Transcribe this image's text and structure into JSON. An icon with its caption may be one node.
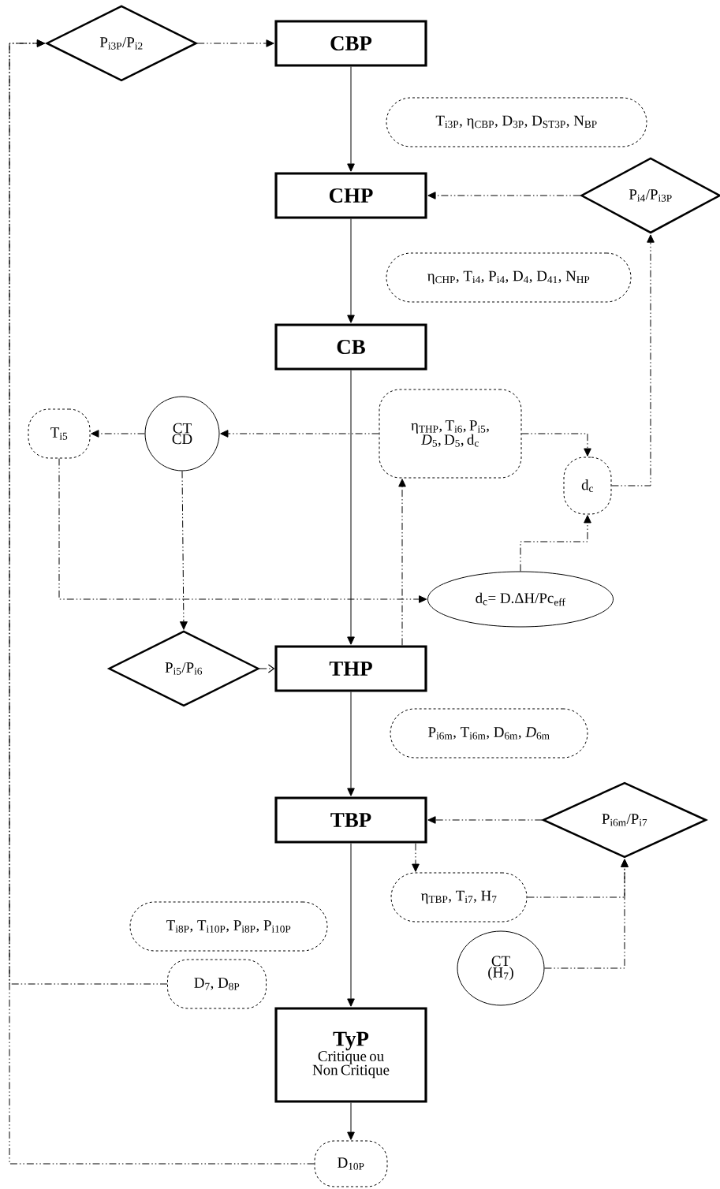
{
  "diagram": {
    "nodes": [
      {
        "text": [
          "P$_{i3P}$/P$_{i2}$"
        ]
      },
      {
        "text": [
          "CBP"
        ]
      },
      {
        "text": [
          "T$_{i3P}$, η$_{CBP}$, D$_{3P}$, D$_{ST3P}$, N$_{BP}$"
        ]
      },
      {
        "text": [
          "CHP"
        ]
      },
      {
        "text": [
          "P$_{i4}$/P$_{i3P}$"
        ]
      },
      {
        "text": [
          "η$_{CHP}$, T$_{i4}$, P$_{i4}$, D$_{4}$, D$_{41}$, N$_{HP}$"
        ]
      },
      {
        "text": [
          "CB"
        ]
      },
      {
        "text": [
          "T$_{i5}$"
        ]
      },
      {
        "text": [
          "CT CD"
        ]
      },
      {
        "text": [
          "η$_{THP}$, T$_{i6}$, P$_{i5}$, *D*$_{5}$, D$_{5}$, d$_{c}$"
        ]
      },
      {
        "text": [
          "d$_{c}$"
        ]
      },
      {
        "text": [
          "d$_{c}$= D.ΔH/Pc$_{eff}$"
        ]
      },
      {
        "text": [
          "P$_{i5}$/P$_{i6}$"
        ]
      },
      {
        "text": [
          "THP"
        ]
      },
      {
        "text": [
          "P$_{i6m}$, T$_{i6m}$, D$_{6m}$, *D*$_{6m}$"
        ]
      },
      {
        "text": [
          "TBP"
        ]
      },
      {
        "text": [
          "P$_{i6m}$/P$_{i7}$"
        ]
      },
      {
        "text": [
          "η$_{TBP}$, T$_{i7}$, H$_{7}$"
        ]
      },
      {
        "text": [
          "T$_{i8P}$, T$_{i10P}$, P$_{i8P}$, P$_{i10P}$"
        ]
      },
      {
        "text": [
          "D$_{7}$, D$_{8P}$"
        ]
      },
      {
        "text": [
          "CT (H$_{7}$)"
        ]
      },
      {
        "text": [
          "TyP",
          "Critique ou Non Critique"
        ]
      },
      {
        "text": [
          "D$_{10P}$"
        ]
      }
    ],
    "edges": [
      {
        "from": 22,
        "to": 0,
        "arrow": "to",
        "style": "dashed"
      },
      {
        "from": 19,
        "to": 0,
        "arrow": "to",
        "style": "dashed"
      },
      {
        "from": 0,
        "to": 1,
        "arrow": "to",
        "style": "dashed"
      },
      {
        "from": 1,
        "to": 3,
        "arrow": "to"
      },
      {
        "from": 3,
        "to": 6,
        "arrow": "to"
      },
      {
        "from": 6,
        "to": 13,
        "arrow": "to"
      },
      {
        "from": 13,
        "to": 15,
        "arrow": "to"
      },
      {
        "from": 15,
        "to": 21,
        "arrow": "to"
      },
      {
        "from": 21,
        "to": 22,
        "arrow": "to"
      },
      {
        "from": 4,
        "to": 3,
        "arrow": "to",
        "style": "dashed"
      },
      {
        "from": 9,
        "to": 8,
        "arrow": "to",
        "style": "dashed"
      },
      {
        "from": 8,
        "to": 7,
        "arrow": "to",
        "style": "dashed"
      },
      {
        "from": 7,
        "to": 11,
        "arrow": "to",
        "style": "dashed"
      },
      {
        "from": 8,
        "to": 12,
        "arrow": "to",
        "style": "dashed"
      },
      {
        "from": 12,
        "to": 13,
        "arrow": "to",
        "style": "dashed"
      },
      {
        "from": 13,
        "to": 9,
        "arrow": "to",
        "style": "dashed"
      },
      {
        "from": 9,
        "to": 10,
        "arrow": "to",
        "style": "dashed"
      },
      {
        "from": 11,
        "to": 10,
        "arrow": "to",
        "style": "dashed"
      },
      {
        "from": 10,
        "to": 4,
        "arrow": "to",
        "style": "dashed"
      },
      {
        "from": 16,
        "to": 15,
        "arrow": "to",
        "style": "dashed"
      },
      {
        "from": 15,
        "to": 17,
        "arrow": "to",
        "style": "dashed"
      },
      {
        "from": 17,
        "to": 16,
        "arrow": "to",
        "style": "dashed"
      },
      {
        "from": 20,
        "to": 16,
        "arrow": "to",
        "style": "dashed"
      }
    ]
  }
}
